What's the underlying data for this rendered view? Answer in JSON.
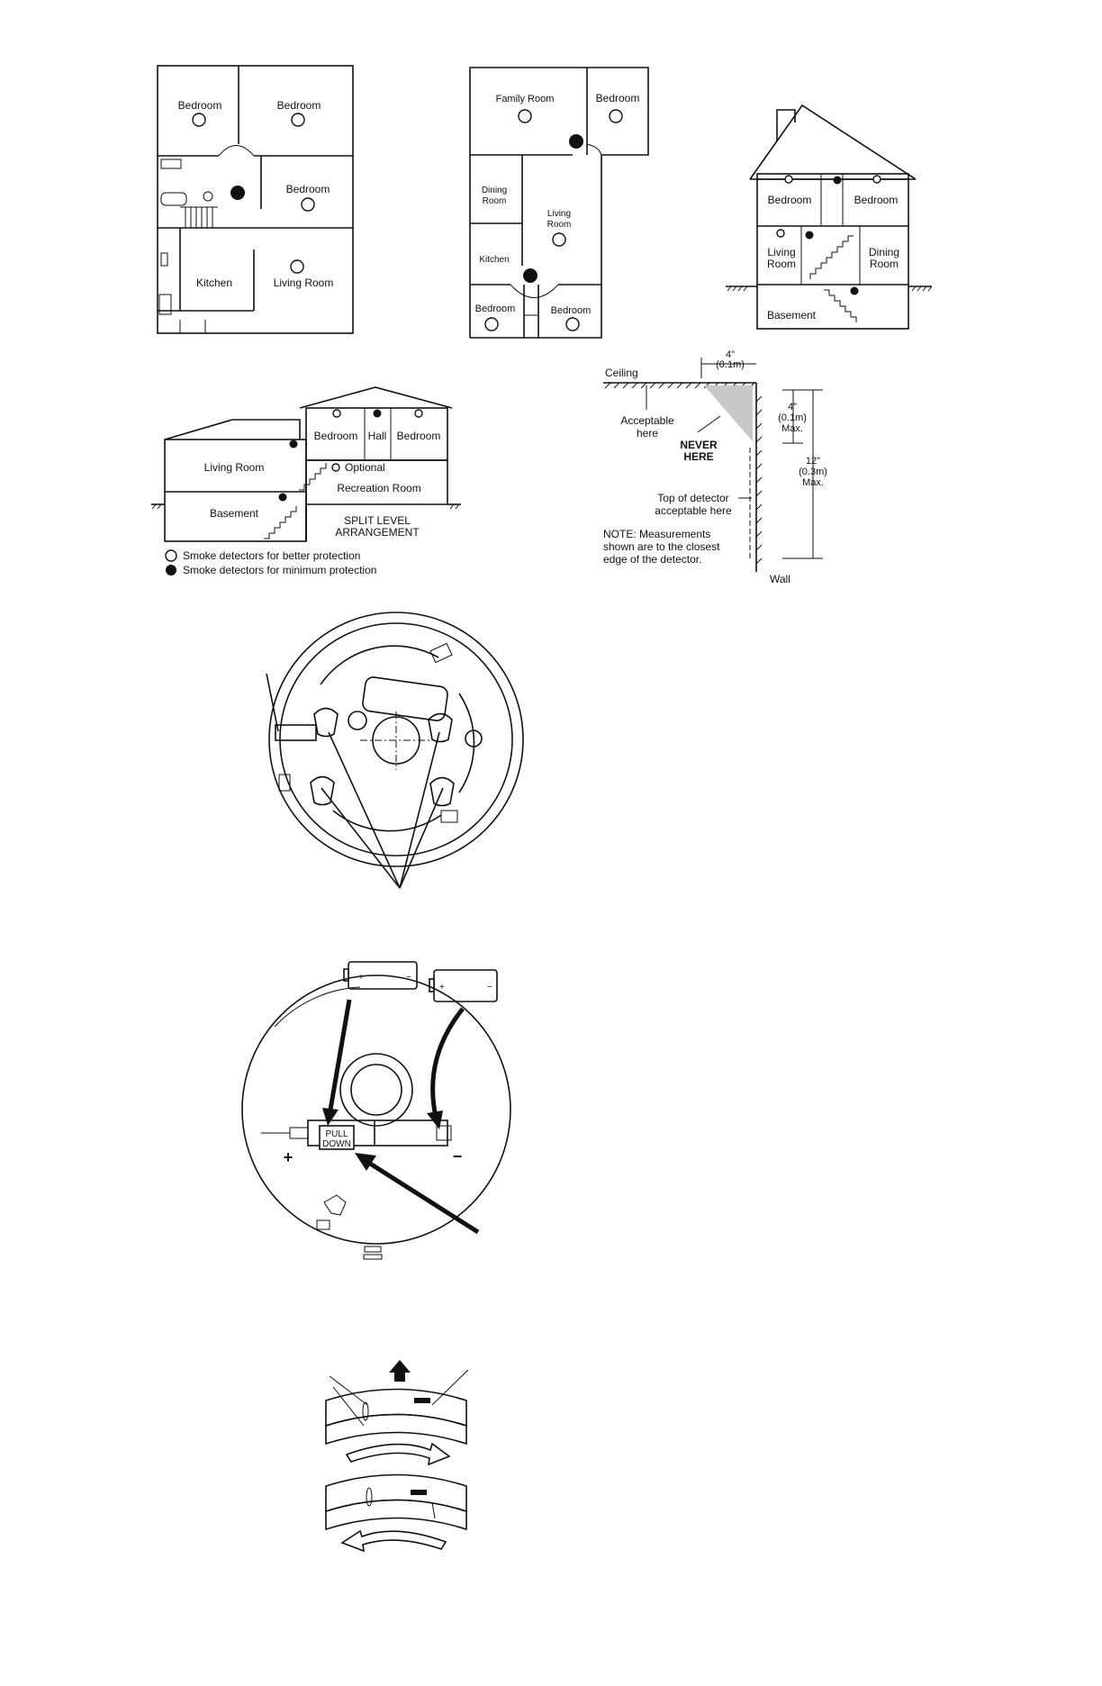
{
  "plan1": {
    "bedroom_a": "Bedroom",
    "bedroom_b": "Bedroom",
    "bedroom_c": "Bedroom",
    "kitchen": "Kitchen",
    "living_room": "Living Room"
  },
  "plan2": {
    "family_room": "Family Room",
    "bedroom_top": "Bedroom",
    "dining_room_line1": "Dining",
    "dining_room_line2": "Room",
    "living_room_line1": "Living",
    "living_room_line2": "Room",
    "kitchen": "Kitchen",
    "bedroom_bl": "Bedroom",
    "bedroom_br": "Bedroom"
  },
  "house": {
    "bedroom_l": "Bedroom",
    "bedroom_r": "Bedroom",
    "living_room_line1": "Living",
    "living_room_line2": "Room",
    "dining_room_line1": "Dining",
    "dining_room_line2": "Room",
    "basement": "Basement"
  },
  "split_level": {
    "bedroom_l": "Bedroom",
    "hall": "Hall",
    "bedroom_r": "Bedroom",
    "living_room": "Living Room",
    "optional": "Optional",
    "recreation_room": "Recreation Room",
    "basement": "Basement",
    "title_line1": "SPLIT LEVEL",
    "title_line2": "ARRANGEMENT"
  },
  "legend": {
    "better": "Smoke detectors for better protection",
    "minimum": "Smoke detectors for minimum protection"
  },
  "placement": {
    "ceiling": "Ceiling",
    "wall": "Wall",
    "dim_top_line1": "4\"",
    "dim_top_line2": "(0.1m)",
    "dim_side_line1": "4\"",
    "dim_side_line2": "(0.1m)",
    "dim_side_line3": "Max.",
    "dim_12_line1": "12\"",
    "dim_12_line2": "(0.3m)",
    "dim_12_line3": "Max.",
    "acceptable_line1": "Acceptable",
    "acceptable_line2": "here",
    "never_line1": "NEVER",
    "never_line2": "HERE",
    "top_detector_line1": "Top of detector",
    "top_detector_line2": "acceptable here",
    "note_line1": "NOTE: Measurements",
    "note_line2": "shown are to the closest",
    "note_line3": "edge of the detector."
  },
  "battery": {
    "pull_down_line1": "PULL",
    "pull_down_line2": "DOWN",
    "plus": "+",
    "minus": "−"
  }
}
